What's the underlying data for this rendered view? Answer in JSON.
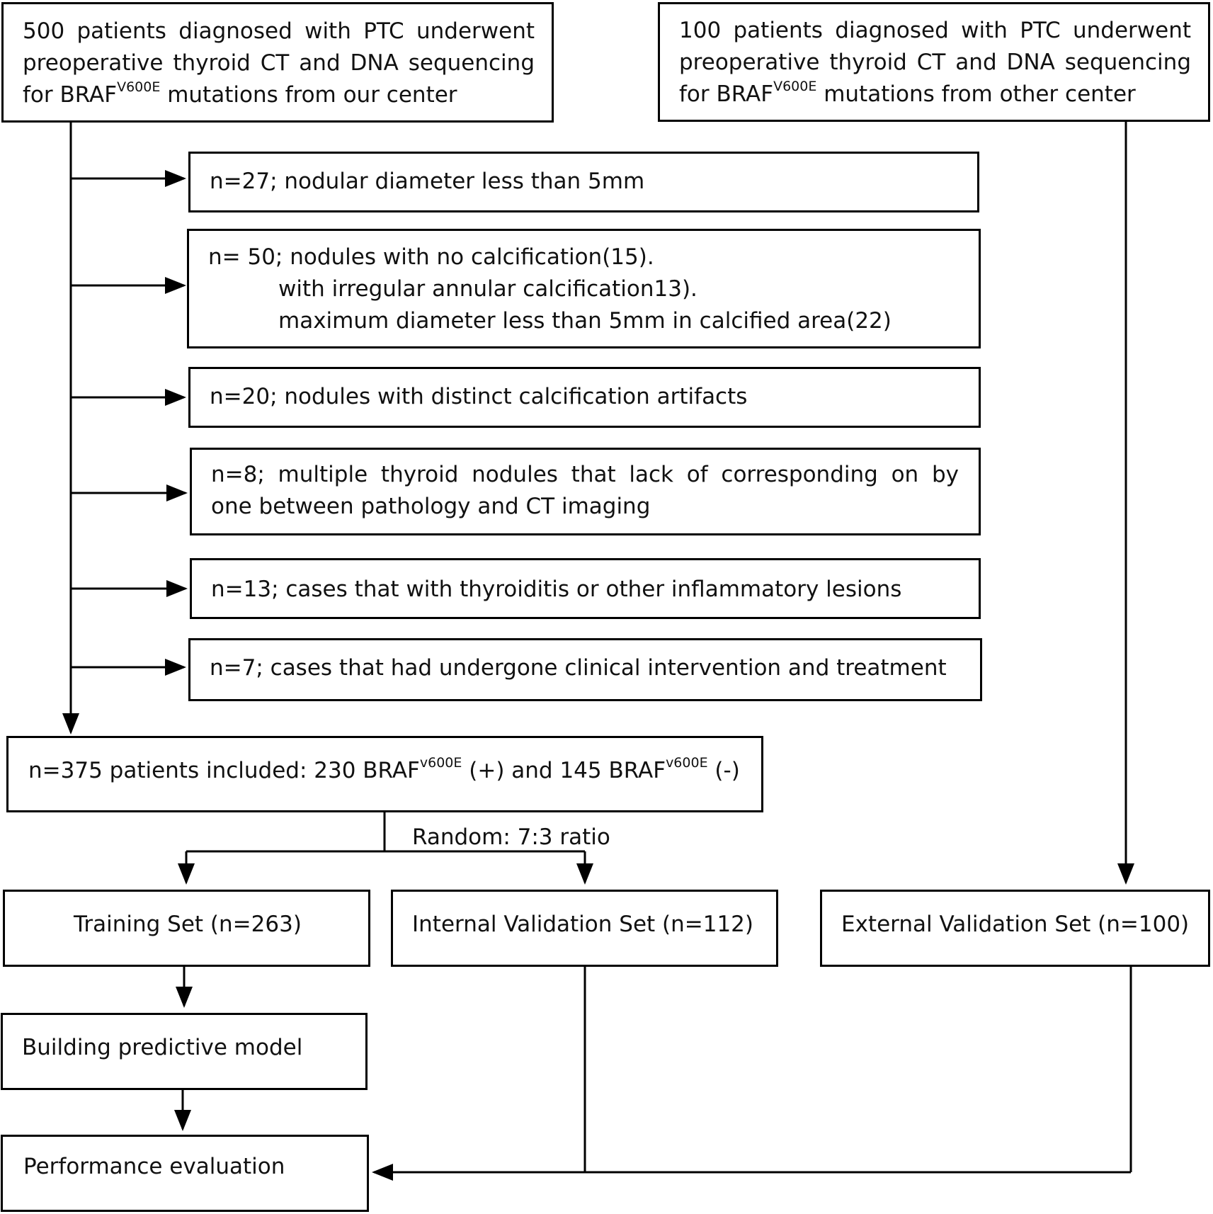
{
  "source_ours": {
    "line1": "500 patients diagnosed with PTC underwent",
    "line2": "preoperative thyroid CT and DNA sequencing",
    "line3_pre": "for BRAF",
    "line3_sup": "V600E",
    "line3_post": " mutations from our center"
  },
  "source_other": {
    "line1": "100 patients diagnosed with PTC underwent",
    "line2": "preoperative thyroid CT and DNA sequencing",
    "line3_pre": "for BRAF",
    "line3_sup": "V600E",
    "line3_post": " mutations from other center"
  },
  "exclusions": {
    "ex1": "n=27; nodular diameter less than 5mm",
    "ex2_line1": "n= 50; nodules with no calcification(15).",
    "ex2_line2": "with irregular annular calcification13).",
    "ex2_line3": "maximum diameter less than 5mm in calcified area(22)",
    "ex3": "n=20; nodules with distinct calcification artifacts",
    "ex4_line1": "n=8; multiple thyroid nodules that lack of corresponding on by",
    "ex4_line2": "one between pathology and CT imaging",
    "ex5": "n=13; cases that with thyroiditis or other inflammatory lesions",
    "ex6": "n=7; cases that had undergone clinical intervention and treatment"
  },
  "included": {
    "part1": "n=375 patients included: 230 BRAF",
    "sup1": "v600E",
    "part2": " (+) and 145 BRAF",
    "sup2": "v600E",
    "part3": " (-)"
  },
  "split_label": "Random: 7:3 ratio",
  "sets": {
    "training": "Training Set (n=263)",
    "internal": "Internal Validation Set (n=112)",
    "external": "External Validation Set (n=100)"
  },
  "steps": {
    "model": "Building predictive model",
    "evaluation": "Performance evaluation"
  }
}
